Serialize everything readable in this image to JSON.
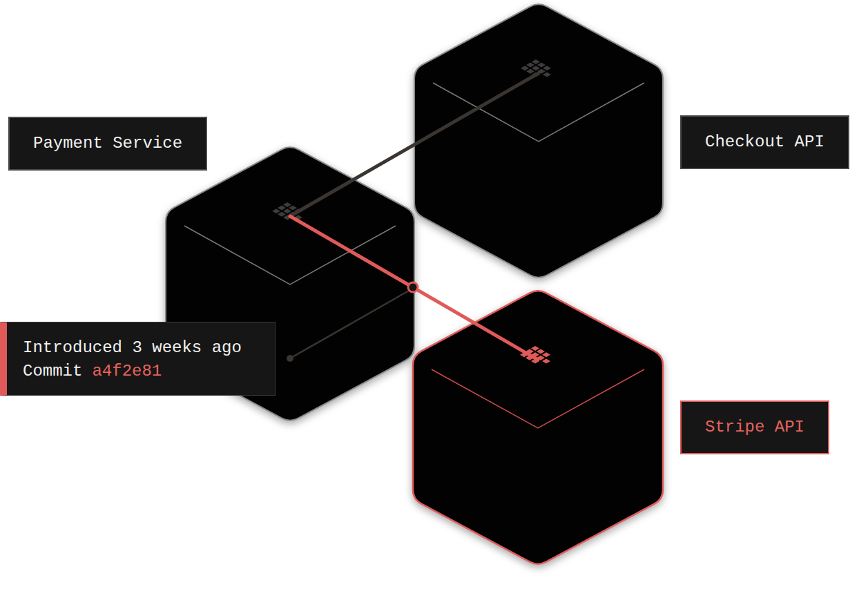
{
  "diagram": {
    "nodes": [
      {
        "text": [
          "Payment Service"
        ]
      },
      {
        "text": [
          "Checkout API"
        ]
      },
      {
        "text": [
          "Stripe API"
        ]
      },
      {
        "text": [
          "Introduced 3 weeks ago",
          "Commit",
          "a4f2e81"
        ]
      }
    ],
    "edges": [
      {
        "from": 0,
        "to": 1,
        "arrow": "none"
      },
      {
        "from": 0,
        "to": 2,
        "arrow": "none"
      }
    ]
  }
}
